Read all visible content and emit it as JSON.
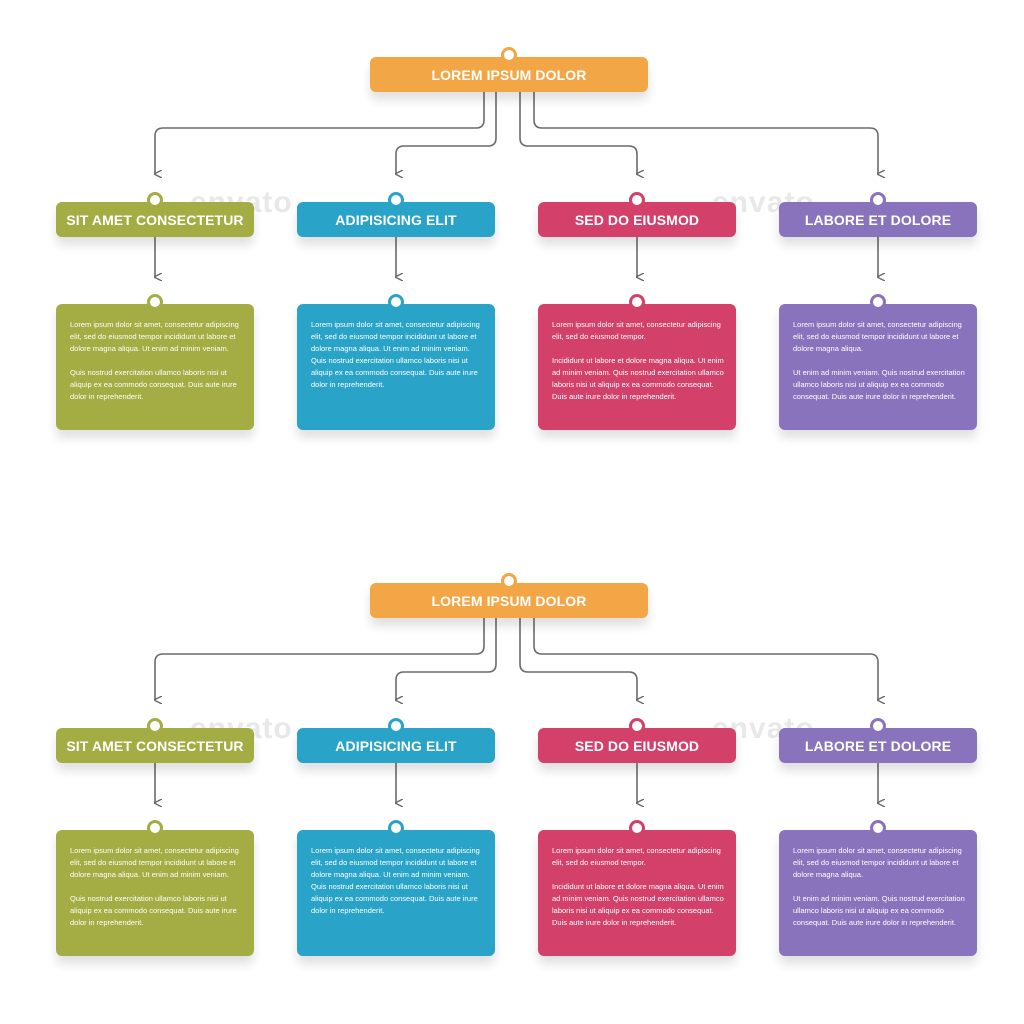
{
  "charts": [
    {
      "root": {
        "label": "LOREM IPSUM DOLOR",
        "color": "#f2a646"
      },
      "watermark": "envato",
      "categories": [
        {
          "label": "SIT AMET CONSECTETUR",
          "color": "#a3ad44",
          "text": [
            "Lorem ipsum dolor sit amet, consectetur adipiscing elit, sed do eiusmod tempor incididunt ut labore et dolore magna aliqua. Ut enim ad minim veniam.",
            "Quis nostrud exercitation ullamco laboris nisi ut aliquip ex ea commodo consequat. Duis aute irure dolor in reprehenderit."
          ]
        },
        {
          "label": "ADIPISICING ELIT",
          "color": "#2aa3c8",
          "text": [
            "Lorem ipsum dolor sit amet, consectetur adipiscing elit, sed do eiusmod tempor incididunt ut labore et dolore magna aliqua. Ut enim ad minim veniam. Quis nostrud exercitation ullamco laboris nisi ut aliquip ex ea commodo consequat. Duis aute irure dolor in reprehenderit."
          ]
        },
        {
          "label": "SED DO EIUSMOD",
          "color": "#d3416b",
          "text": [
            "Lorem ipsum dolor sit amet, consectetur adipiscing elit, sed do eiusmod tempor.",
            "Incididunt ut labore et dolore magna aliqua. Ut enim ad minim veniam. Quis nostrud exercitation ullamco laboris nisi ut aliquip ex ea commodo consequat. Duis aute irure dolor in reprehenderit."
          ]
        },
        {
          "label": "LABORE ET DOLORE",
          "color": "#8a73bd",
          "text": [
            "Lorem ipsum dolor sit amet, consectetur adipiscing elit, sed do eiusmod tempor incididunt ut labore et dolore magna aliqua.",
            "Ut enim ad minim veniam. Quis nostrud exercitation ullamco laboris nisi ut aliquip ex ea commodo consequat. Duis aute irure dolor in reprehenderit."
          ]
        }
      ]
    },
    {
      "root": {
        "label": "LOREM IPSUM DOLOR",
        "color": "#f2a646"
      },
      "watermark": "envato",
      "categories": [
        {
          "label": "SIT AMET CONSECTETUR",
          "color": "#a3ad44",
          "text": [
            "Lorem ipsum dolor sit amet, consectetur adipiscing elit, sed do eiusmod tempor incididunt ut labore et dolore magna aliqua. Ut enim ad minim veniam.",
            "Quis nostrud exercitation ullamco laboris nisi ut aliquip ex ea commodo consequat. Duis aute irure dolor in reprehenderit."
          ]
        },
        {
          "label": "ADIPISICING ELIT",
          "color": "#2aa3c8",
          "text": [
            "Lorem ipsum dolor sit amet, consectetur adipiscing elit, sed do eiusmod tempor incididunt ut labore et dolore magna aliqua. Ut enim ad minim veniam. Quis nostrud exercitation ullamco laboris nisi ut aliquip ex ea commodo consequat. Duis aute irure dolor in reprehenderit."
          ]
        },
        {
          "label": "SED DO EIUSMOD",
          "color": "#d3416b",
          "text": [
            "Lorem ipsum dolor sit amet, consectetur adipiscing elit, sed do eiusmod tempor.",
            "Incididunt ut labore et dolore magna aliqua. Ut enim ad minim veniam. Quis nostrud exercitation ullamco laboris nisi ut aliquip ex ea commodo consequat. Duis aute irure dolor in reprehenderit."
          ]
        },
        {
          "label": "LABORE ET DOLORE",
          "color": "#8a73bd",
          "text": [
            "Lorem ipsum dolor sit amet, consectetur adipiscing elit, sed do eiusmod tempor incididunt ut labore et dolore magna aliqua.",
            "Ut enim ad minim veniam. Quis nostrud exercitation ullamco laboris nisi ut aliquip ex ea commodo consequat. Duis aute irure dolor in reprehenderit."
          ]
        }
      ]
    }
  ]
}
